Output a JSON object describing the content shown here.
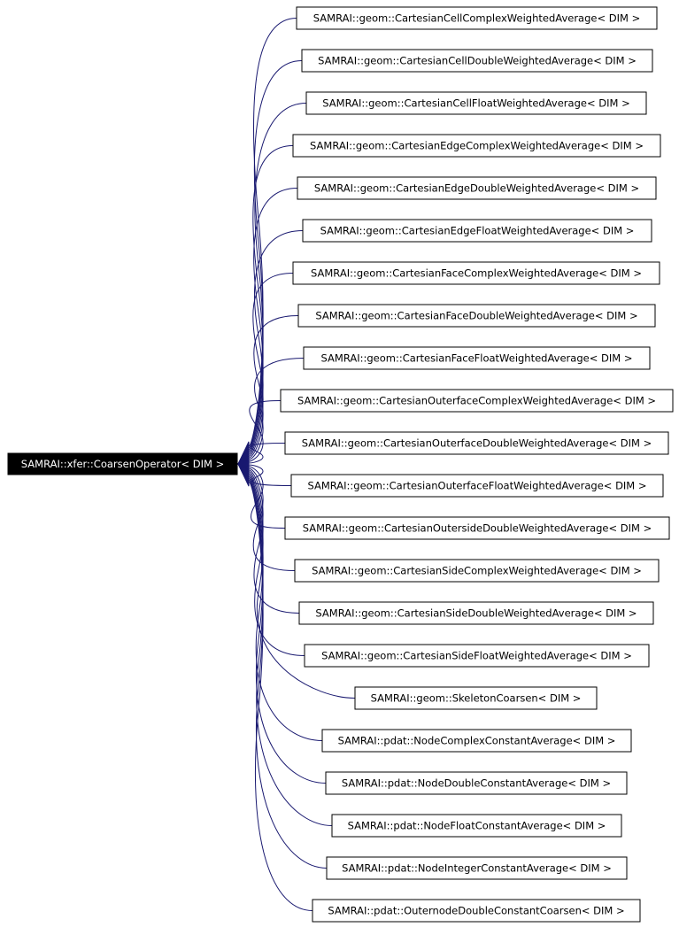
{
  "root": {
    "label": "SAMRAI::xfer::CoarsenOperator< DIM >"
  },
  "colors": {
    "edge": "#191970",
    "root_fill": "#000000",
    "root_text": "#ffffff",
    "node_fill": "#ffffff",
    "node_border": "#000000",
    "node_text": "#000000"
  },
  "nodes": [
    {
      "label": "SAMRAI::geom::CartesianCellComplexWeightedAverage< DIM >"
    },
    {
      "label": "SAMRAI::geom::CartesianCellDoubleWeightedAverage< DIM >"
    },
    {
      "label": "SAMRAI::geom::CartesianCellFloatWeightedAverage< DIM >"
    },
    {
      "label": "SAMRAI::geom::CartesianEdgeComplexWeightedAverage< DIM >"
    },
    {
      "label": "SAMRAI::geom::CartesianEdgeDoubleWeightedAverage< DIM >"
    },
    {
      "label": "SAMRAI::geom::CartesianEdgeFloatWeightedAverage< DIM >"
    },
    {
      "label": "SAMRAI::geom::CartesianFaceComplexWeightedAverage< DIM >"
    },
    {
      "label": "SAMRAI::geom::CartesianFaceDoubleWeightedAverage< DIM >"
    },
    {
      "label": "SAMRAI::geom::CartesianFaceFloatWeightedAverage< DIM >"
    },
    {
      "label": "SAMRAI::geom::CartesianOuterfaceComplexWeightedAverage< DIM >"
    },
    {
      "label": "SAMRAI::geom::CartesianOuterfaceDoubleWeightedAverage< DIM >"
    },
    {
      "label": "SAMRAI::geom::CartesianOuterfaceFloatWeightedAverage< DIM >"
    },
    {
      "label": "SAMRAI::geom::CartesianOutersideDoubleWeightedAverage< DIM >"
    },
    {
      "label": "SAMRAI::geom::CartesianSideComplexWeightedAverage< DIM >"
    },
    {
      "label": "SAMRAI::geom::CartesianSideDoubleWeightedAverage< DIM >"
    },
    {
      "label": "SAMRAI::geom::CartesianSideFloatWeightedAverage< DIM >"
    },
    {
      "label": "SAMRAI::geom::SkeletonCoarsen< DIM >"
    },
    {
      "label": "SAMRAI::pdat::NodeComplexConstantAverage< DIM >"
    },
    {
      "label": "SAMRAI::pdat::NodeDoubleConstantAverage< DIM >"
    },
    {
      "label": "SAMRAI::pdat::NodeFloatConstantAverage< DIM >"
    },
    {
      "label": "SAMRAI::pdat::NodeIntegerConstantAverage< DIM >"
    },
    {
      "label": "SAMRAI::pdat::OuternodeDoubleConstantCoarsen< DIM >"
    }
  ]
}
